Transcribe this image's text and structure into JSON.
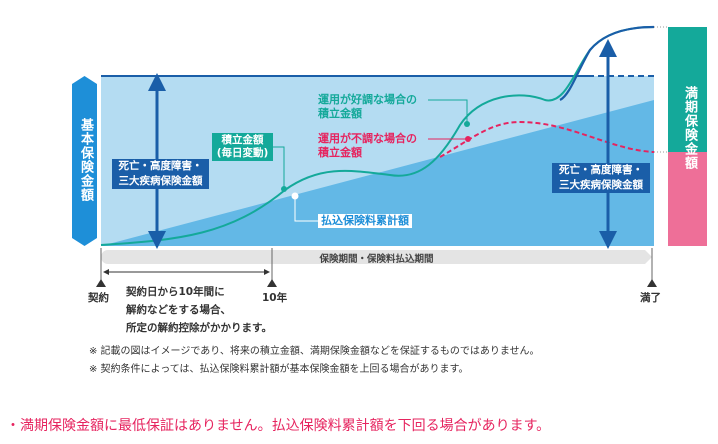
{
  "labels": {
    "basic_amount": "基本保険金額",
    "maturity_amount": "満期保険金額",
    "death_benefit_left": [
      "死亡・高度障害・",
      "三大疾病保険金額"
    ],
    "death_benefit_right": [
      "死亡・高度障害・",
      "三大疾病保険金額"
    ],
    "accumulated": [
      "積立金額",
      "(毎日変動)"
    ],
    "good_case": [
      "運用が好調な場合の",
      "積立金額"
    ],
    "bad_case": [
      "運用が不調な場合の",
      "積立金額"
    ],
    "premium_total": "払込保険料累計額",
    "period_bar": "保険期間・保険料払込期間"
  },
  "timeline": {
    "start": "契約",
    "ten_years": "10年",
    "end": "満了",
    "surrender_note": [
      "契約日から10年間に",
      "解約などをする場合、",
      "所定の解約控除がかかります。"
    ]
  },
  "notes": [
    "※ 記載の図はイメージであり、将来の積立金額、満期保険金額などを保証するものではありません。",
    "※ 契約条件によっては、払込保険料累計額が基本保険金額を上回る場合があります。"
  ],
  "warning": "・満期保険金額に最低保証はありません。払込保険料累計額を下回る場合があります。",
  "colors": {
    "light_blue": "#b4dcf2",
    "mid_blue": "#63b8e6",
    "dark_blue": "#1a5ea8",
    "label_blue": "#1e8fd8",
    "green": "#14a99a",
    "pink": "#ee6f98",
    "red_text": "#e6245f"
  }
}
